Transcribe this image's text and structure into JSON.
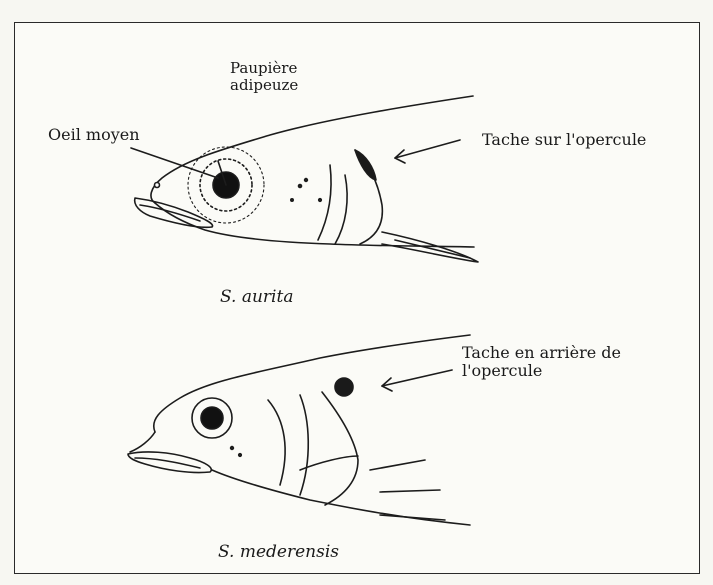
{
  "figure": {
    "top_fish": {
      "label_eyelid": "Paupière\nadipeuze",
      "label_eyelid_line1": "Paupière",
      "label_eyelid_line2": "adipeuze",
      "label_eye": "Oeil moyen",
      "label_spot": "Tache sur l'opercule",
      "species": "S. aurita"
    },
    "bottom_fish": {
      "label_spot_line1": "Tache en arrière de",
      "label_spot_line2": "l'opercule",
      "species": "S. mederensis"
    }
  }
}
